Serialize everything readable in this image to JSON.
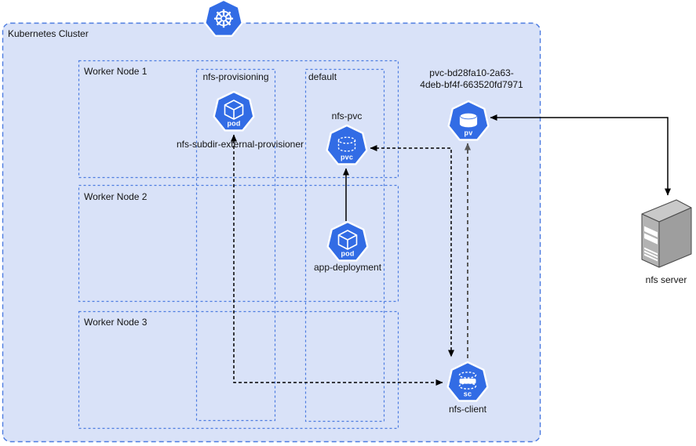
{
  "cluster": {
    "label": "Kubernetes Cluster"
  },
  "logo": {
    "glyph": "☸"
  },
  "worker_nodes": [
    {
      "label": "Worker Node 1"
    },
    {
      "label": "Worker Node 2"
    },
    {
      "label": "Worker Node 3"
    }
  ],
  "namespaces": [
    {
      "label": "nfs-provisioning"
    },
    {
      "label": "default"
    }
  ],
  "nodes": {
    "provisioner_pod": {
      "badge": "pod",
      "label": "nfs-subdir-external-provisioner"
    },
    "nfs_pvc": {
      "badge": "pvc",
      "label": "nfs-pvc"
    },
    "persistent_volume": {
      "badge": "pv",
      "label_line1": "pvc-bd28fa10-2a63-",
      "label_line2": "4deb-bf4f-663520fd7971"
    },
    "app_pod": {
      "badge": "pod",
      "label": "app-deployment"
    },
    "storage_class": {
      "badge": "sc",
      "label": "nfs-client"
    },
    "nfs_server": {
      "label": "nfs server"
    }
  },
  "colors": {
    "cluster_fill": "#d9e2f8",
    "box_border": "#4d7ce0",
    "kubernetes_blue": "#326ce5",
    "connector_black": "#000000",
    "connector_gray": "#595959",
    "server_front": "#b3b3b3",
    "server_side": "#9e9e9e",
    "server_top": "#c9c9c9"
  }
}
